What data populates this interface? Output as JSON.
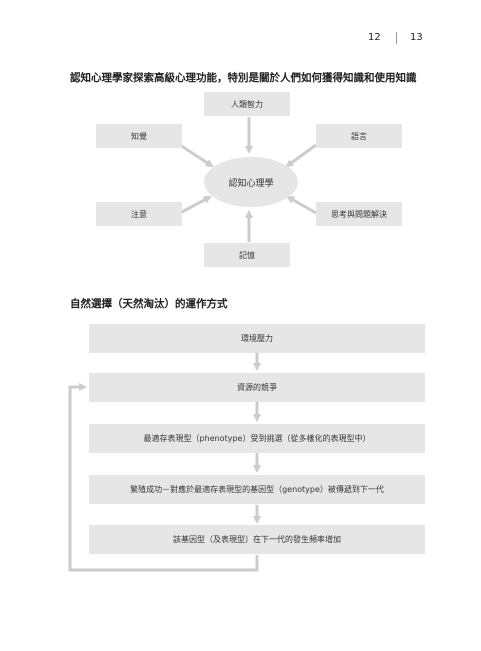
{
  "page_numbers": {
    "left": "12",
    "right": "13"
  },
  "section1": {
    "title": "認知心理學家探索高級心理功能，特別是關於人們如何獲得知識和使用知識",
    "center": "認知心理學",
    "nodes": {
      "intelligence": "人類智力",
      "perception": "知覺",
      "language": "語言",
      "attention": "注意",
      "thinking": "思考與問題解決",
      "memory": "記憶"
    }
  },
  "section2": {
    "title": "自然選擇（天然淘汰）的運作方式",
    "steps": [
      "環境壓力",
      "資源的競爭",
      "最適存表現型（phenotype）受到挑選（從多樣化的表現型中）",
      "繁殖成功－對應於最適存表現型的基因型（genotype）被傳遞到下一代",
      "該基因型（及表現型）在下一代的發生頻率增加"
    ]
  },
  "colors": {
    "box_fill": "#e6e6e6",
    "arrow": "#cccccc"
  }
}
